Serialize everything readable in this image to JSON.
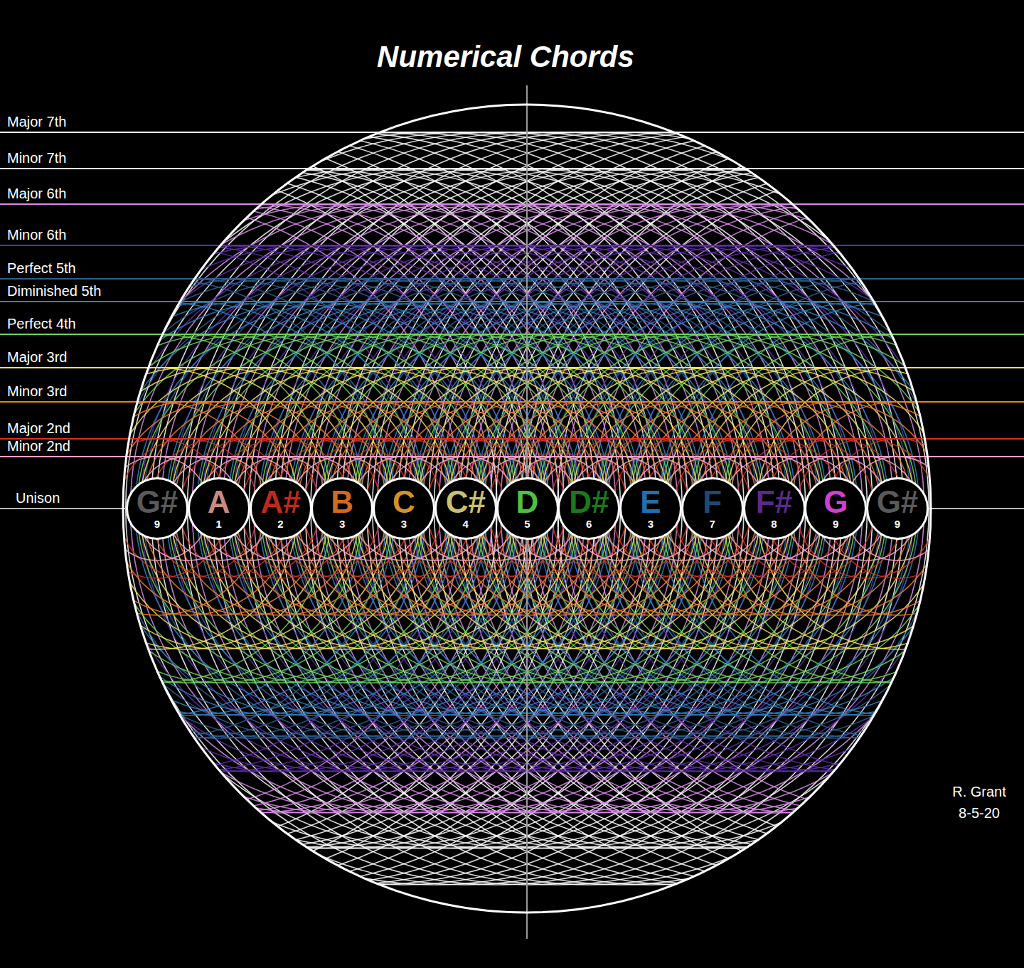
{
  "diagram": {
    "title": "Numerical Chords",
    "nodes": [
      {
        "text": [
          "G#",
          "9"
        ]
      },
      {
        "text": [
          "A",
          "1"
        ]
      },
      {
        "text": [
          "A#",
          "2"
        ]
      },
      {
        "text": [
          "B",
          "3"
        ]
      },
      {
        "text": [
          "C",
          "3"
        ]
      },
      {
        "text": [
          "C#",
          "4"
        ]
      },
      {
        "text": [
          "D",
          "5"
        ]
      },
      {
        "text": [
          "D#",
          "6"
        ]
      },
      {
        "text": [
          "E",
          "3"
        ]
      },
      {
        "text": [
          "F",
          "7"
        ]
      },
      {
        "text": [
          "F#",
          "8"
        ]
      },
      {
        "text": [
          "G",
          "9"
        ]
      },
      {
        "text": [
          "G#",
          "9"
        ]
      }
    ],
    "labels": [
      "Major 7th",
      "Minor 7th",
      "Major 6th",
      "Minor 6th",
      "Perfect 5th",
      "Diminished 5th",
      "Perfect 4th",
      "Major 3rd",
      "Minor 3rd",
      "Major 2nd",
      "Minor 2nd",
      "Unison",
      "R. Grant",
      "8-5-20"
    ]
  }
}
